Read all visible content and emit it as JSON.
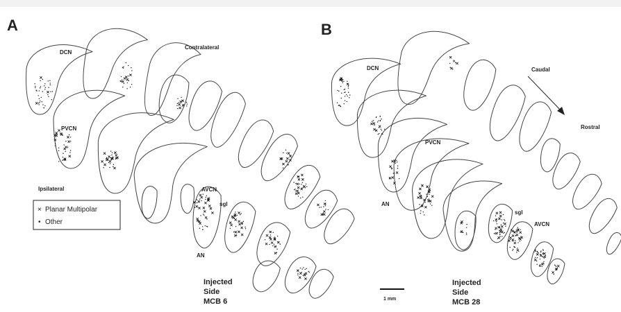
{
  "panels": {
    "a": {
      "letter": "A",
      "labels": {
        "dcn": "DCN",
        "pvcn": "PVCN",
        "avcn": "AVCN",
        "an": "AN",
        "sgl": "sgl",
        "contralateral": "Contralateral",
        "ipsilateral": "Ipsilateral"
      },
      "caption": [
        "Injected",
        "Side",
        "MCB 6"
      ]
    },
    "b": {
      "letter": "B",
      "labels": {
        "dcn": "DCN",
        "pvcn": "PVCN",
        "avcn": "AVCN",
        "an": "AN",
        "sgl": "sgl",
        "caudal": "Caudal",
        "rostral": "Rostral"
      },
      "caption": [
        "Injected",
        "Side",
        "MCB 28"
      ],
      "scale_bar_label": "1 mm"
    }
  },
  "legend": {
    "items": [
      {
        "symbol": "×",
        "label": "Planar Multipolar"
      },
      {
        "symbol": "•",
        "label": "Other"
      }
    ]
  },
  "colors": {
    "outline": "#444444",
    "marker": "#111111",
    "background": "#ffffff"
  }
}
